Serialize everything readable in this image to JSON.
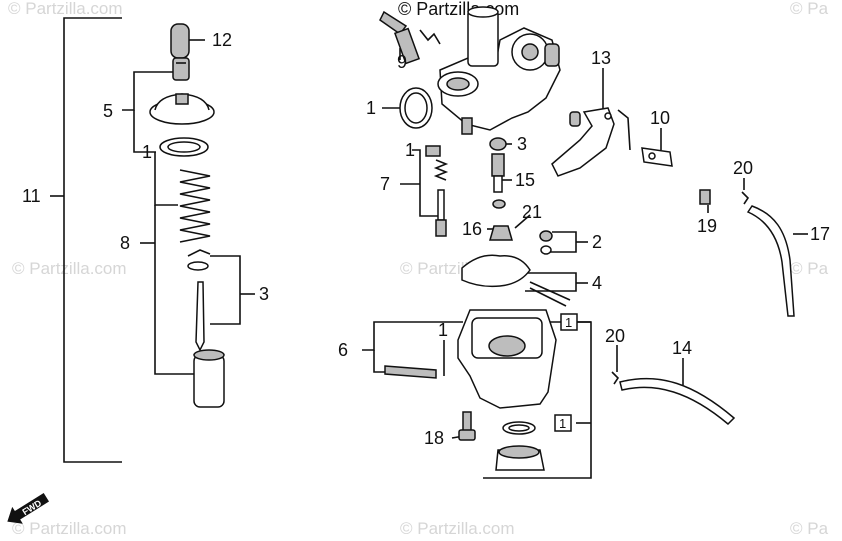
{
  "header": {
    "brand": "© Partzilla.com"
  },
  "watermarks": [
    "© Partzilla.com",
    "© Partzilla.com",
    "© Pa",
    "© Partzilla.com",
    "© Partzilla.com",
    "© Pa",
    "© Partzilla.com",
    "© Partzilla.com",
    "© Pa"
  ],
  "callouts": {
    "c12": "12",
    "c5": "5",
    "c1a": "1",
    "c11": "11",
    "c8": "8",
    "c3a": "3",
    "c9": "9",
    "c1b": "1",
    "c1c": "1",
    "c3b": "3",
    "c7": "7",
    "c15": "15",
    "c16": "16",
    "c21": "21",
    "c2": "2",
    "c4": "4",
    "c6": "6",
    "c1d": "1",
    "c18": "18",
    "c13": "13",
    "c10": "10",
    "c20a": "20",
    "c19": "19",
    "c17": "17",
    "c20b": "20",
    "c14": "14"
  },
  "boxed": {
    "b1": "1",
    "b2": "1"
  },
  "fwd": {
    "label": "FWD"
  },
  "colors": {
    "ink": "#111111",
    "watermark": "#d6d6d6",
    "background": "#ffffff"
  }
}
